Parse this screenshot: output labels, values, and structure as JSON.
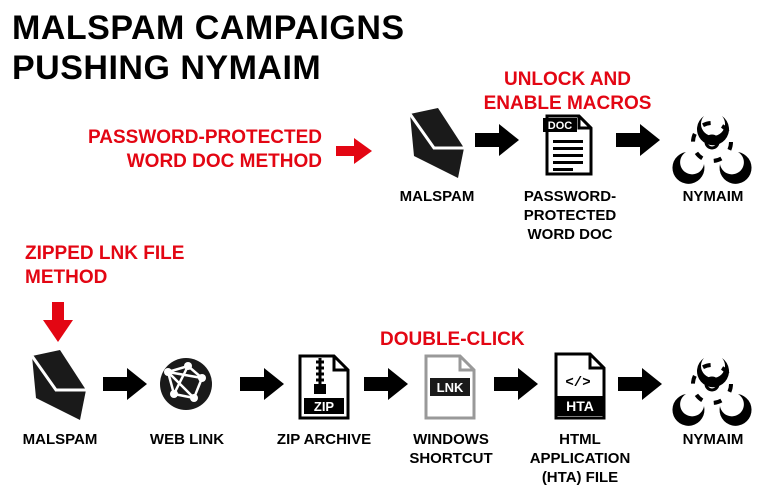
{
  "title": {
    "line1": "MALSPAM CAMPAIGNS",
    "line2": "PUSHING NYMAIM"
  },
  "colors": {
    "accent": "#e30613",
    "ink": "#000000"
  },
  "method1": {
    "label_line1": "PASSWORD-PROTECTED",
    "label_line2": "WORD DOC METHOD",
    "note_line1": "UNLOCK AND",
    "note_line2": "ENABLE MACROS",
    "steps": {
      "malspam": "MALSPAM",
      "doc_l1": "PASSWORD-",
      "doc_l2": "PROTECTED",
      "doc_l3": "WORD DOC",
      "doc_badge": "DOC",
      "nymaim": "NYMAIM"
    }
  },
  "method2": {
    "label_line1": "ZIPPED LNK FILE",
    "label_line2": "METHOD",
    "note": "DOUBLE-CLICK",
    "steps": {
      "malspam": "MALSPAM",
      "weblink": "WEB LINK",
      "zip": "ZIP ARCHIVE",
      "zip_badge": "ZIP",
      "lnk_l1": "WINDOWS",
      "lnk_l2": "SHORTCUT",
      "lnk_badge": "LNK",
      "hta_l1": "HTML",
      "hta_l2": "APPLICATION",
      "hta_l3": "(HTA) FILE",
      "hta_badge": "HTA",
      "hta_code": "</>",
      "nymaim": "NYMAIM"
    }
  },
  "icons": [
    "envelope-icon",
    "document-icon",
    "biohazard-icon",
    "globe-network-icon",
    "zip-file-icon",
    "shortcut-file-icon",
    "hta-file-icon",
    "arrow-icon"
  ]
}
